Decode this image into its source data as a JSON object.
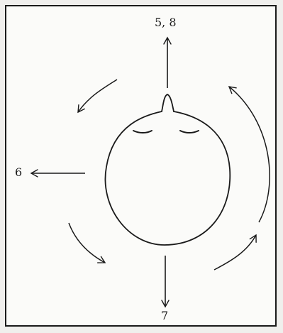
{
  "labels": {
    "up": "5, 8",
    "left": "6",
    "down": "7"
  },
  "colors": {
    "ink": "#1a1a1a",
    "paper": "#fbfbf9"
  }
}
